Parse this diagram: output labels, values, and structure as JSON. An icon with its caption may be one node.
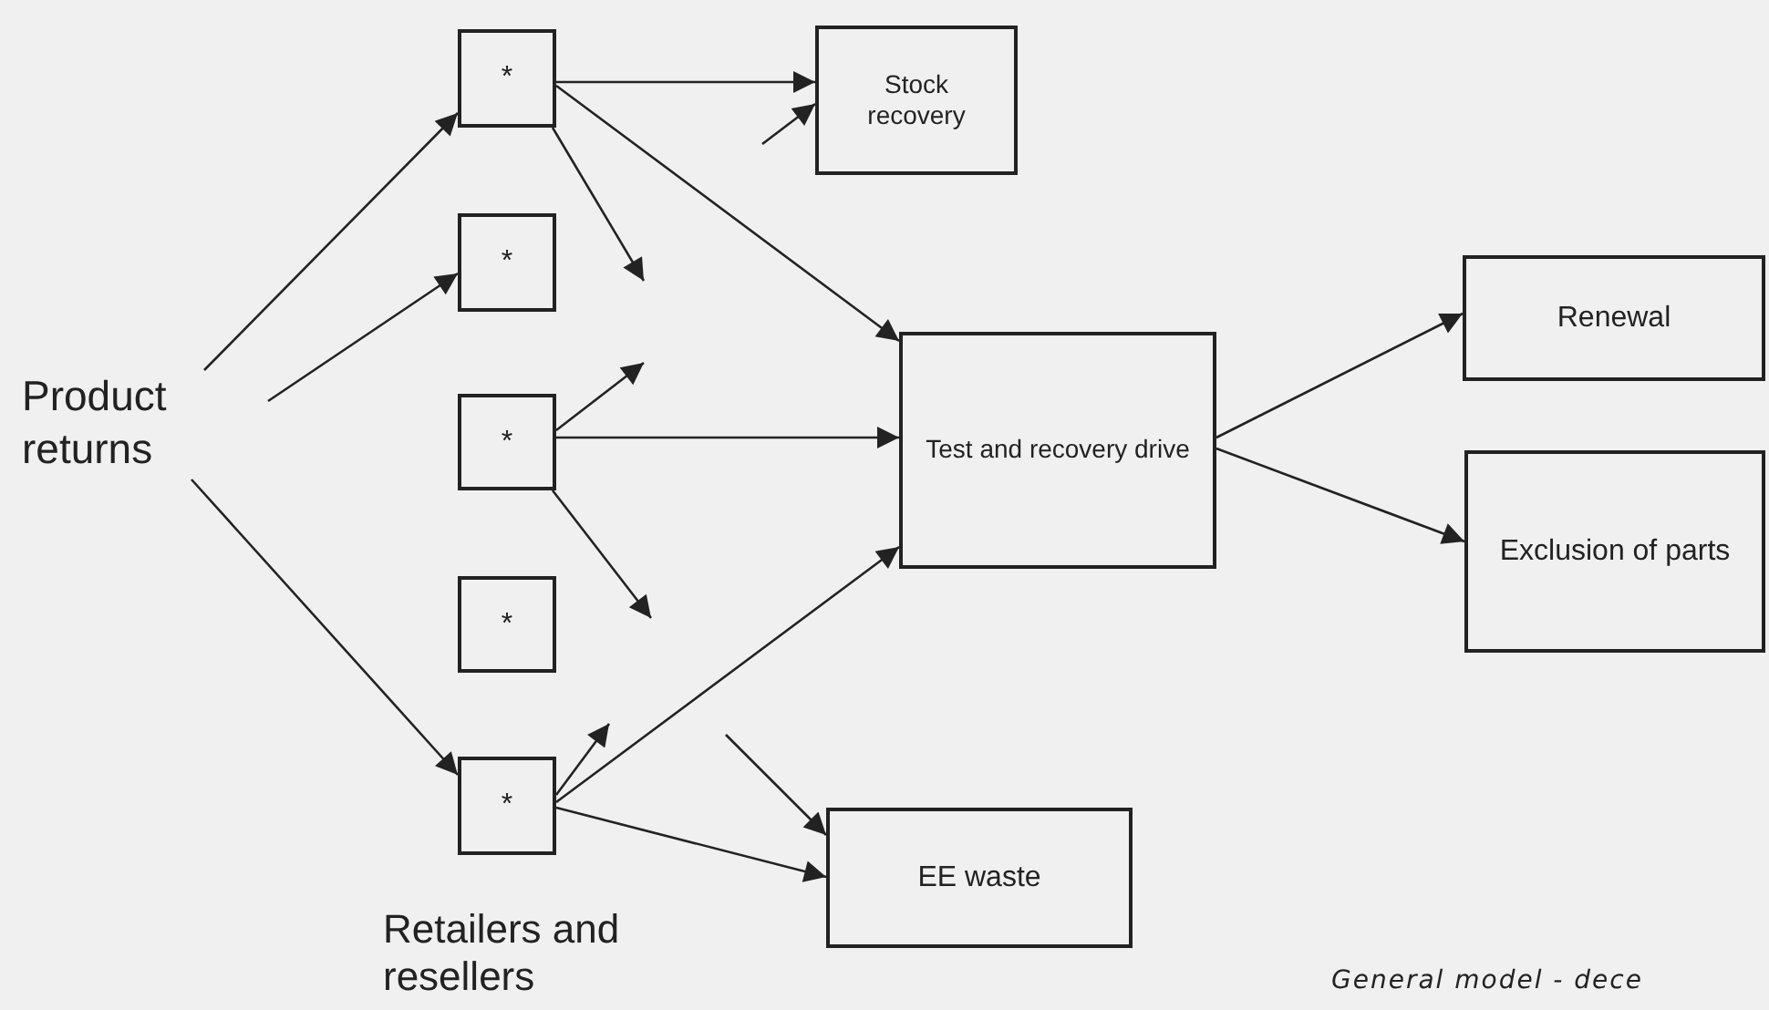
{
  "diagram": {
    "caption": "General model - dece",
    "nodes": [
      {
        "text": [
          "Product returns"
        ]
      },
      {
        "text": [
          "*"
        ]
      },
      {
        "text": [
          "*"
        ]
      },
      {
        "text": [
          "*"
        ]
      },
      {
        "text": [
          "*"
        ]
      },
      {
        "text": [
          "*"
        ]
      },
      {
        "text": [
          "Stock recovery"
        ]
      },
      {
        "text": [
          "Test and recovery drive"
        ]
      },
      {
        "text": [
          "Renewal"
        ]
      },
      {
        "text": [
          "Exclusion of parts"
        ]
      },
      {
        "text": [
          "EE waste"
        ]
      }
    ],
    "edges": [
      {
        "from": 0,
        "to": 1,
        "arrow": "to"
      },
      {
        "from": 0,
        "to": 2,
        "arrow": "to"
      },
      {
        "from": 0,
        "to": 5,
        "arrow": "to"
      },
      {
        "from": 1,
        "to": 6,
        "arrow": "to"
      },
      {
        "from": null,
        "to": 6,
        "arrow": "to"
      },
      {
        "from": 1,
        "to": null,
        "arrow": "to"
      },
      {
        "from": 1,
        "to": 7,
        "arrow": "to"
      },
      {
        "from": 3,
        "to": null,
        "arrow": "to"
      },
      {
        "from": 3,
        "to": 7,
        "arrow": "to"
      },
      {
        "from": 3,
        "to": null,
        "arrow": "to"
      },
      {
        "from": 5,
        "to": null,
        "arrow": "to"
      },
      {
        "from": 5,
        "to": 7,
        "arrow": "to"
      },
      {
        "from": 5,
        "to": 10,
        "arrow": "to"
      },
      {
        "from": null,
        "to": 10,
        "arrow": "to"
      },
      {
        "from": 7,
        "to": 8,
        "arrow": "to"
      },
      {
        "from": 7,
        "to": 9,
        "arrow": "to"
      }
    ],
    "labels": [
      "Retailers and resellers"
    ]
  }
}
